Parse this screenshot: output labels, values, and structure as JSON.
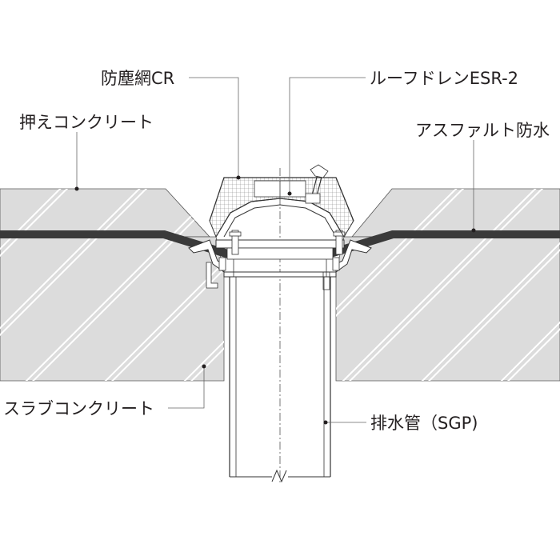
{
  "labels": {
    "dust_net": "防塵網CR",
    "roof_drain": "ルーフドレンESR-2",
    "protective_concrete": "押えコンクリート",
    "asphalt_waterproofing": "アスファルト防水",
    "slab_concrete": "スラブコンクリート",
    "drain_pipe": "排水管（SGP)"
  },
  "colors": {
    "concrete_fill": "#dcdcdc",
    "waterproof_layer": "#3a3a3a",
    "line": "#333333",
    "leader": "#666666",
    "text": "#231f20"
  }
}
